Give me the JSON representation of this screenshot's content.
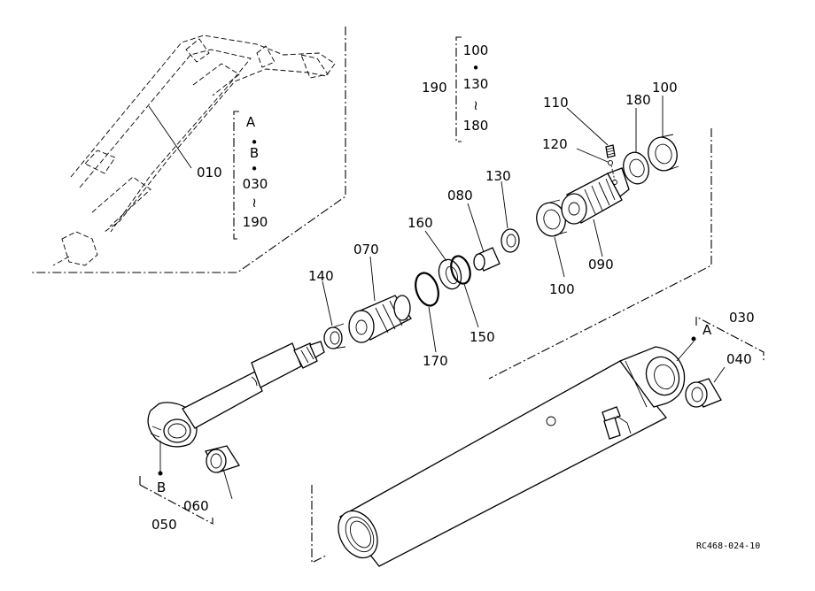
{
  "diagram": {
    "ref_code": "RC468-024-10",
    "labels": {
      "p010": "010",
      "p030": "030",
      "p040": "040",
      "p050": "050",
      "p060": "060",
      "p070": "070",
      "p080": "080",
      "p090": "090",
      "p100a": "100",
      "p100b": "100",
      "p110": "110",
      "p120": "120",
      "p130": "130",
      "p140": "140",
      "p150": "150",
      "p160": "160",
      "p170": "170",
      "p180": "180",
      "p190": "190",
      "markerA": "A",
      "markerB": "B"
    },
    "group_left": {
      "line1": "A",
      "dot1": "•",
      "line2": "B",
      "dot2": "•",
      "line3": "030",
      "tilde": "≀",
      "line4": "190"
    },
    "group_top": {
      "title": "190",
      "line1": "100",
      "dot1": "•",
      "line2": "130",
      "tilde": "≀",
      "line3": "180"
    }
  }
}
